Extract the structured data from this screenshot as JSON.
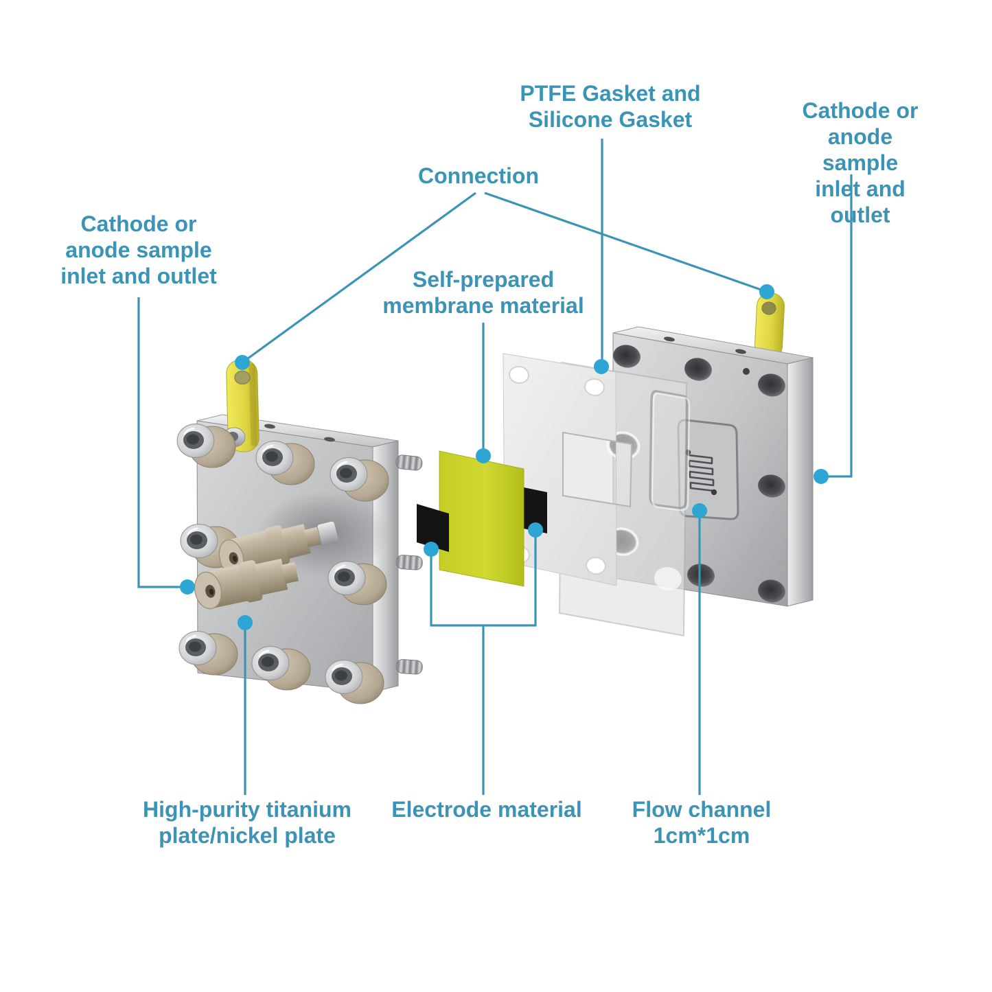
{
  "labels": {
    "ptfe_gasket": "PTFE Gasket and\nSilicone Gasket",
    "cathode_right": "Cathode or\nanode sample\ninlet and outlet",
    "connection": "Connection",
    "cathode_left": "Cathode or\nanode sample\ninlet and outlet",
    "membrane": "Self-prepared\nmembrane material",
    "titanium_plate": "High-purity titanium\nplate/nickel plate",
    "electrode": "Electrode material",
    "flow_channel": "Flow channel\n1cm*1cm"
  },
  "colors": {
    "label_text": "#3b93b5",
    "leader_line": "#3b93b5",
    "leader_dot": "#2ea6d4",
    "membrane_sheet": "#c9d32a",
    "electrode_sheet": "#141414",
    "connection_tab": "#e3da45",
    "metal_plate": "#c3c5c7",
    "fitting_tan": "#b9ac96",
    "ptfe_gasket": "#ececea"
  }
}
